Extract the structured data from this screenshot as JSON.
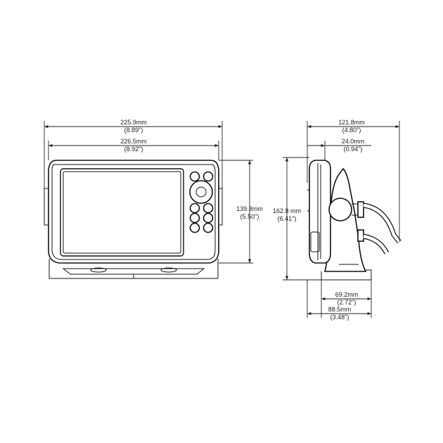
{
  "dimensions": {
    "overall_width": {
      "metric": "225.9mm",
      "imperial": "(8.89\")"
    },
    "bezel_width": {
      "metric": "226.5mm",
      "imperial": "(8.92\")"
    },
    "display_height": {
      "metric": "139.8mm",
      "imperial": "(5.50\")"
    },
    "overall_height": {
      "metric": "162.8 mm",
      "imperial": "(6.41\")"
    },
    "side_depth": {
      "metric": "121.8mm",
      "imperial": "(4.80\")"
    },
    "unit_depth": {
      "metric": "24.0mm",
      "imperial": "(0.94\")"
    },
    "bracket_base_inner": {
      "metric": "69.2mm",
      "imperial": "(2.72\")"
    },
    "bracket_base_outer": {
      "metric": "88.5mm",
      "imperial": "(3.48\")"
    }
  },
  "colors": {
    "line": "#111111",
    "background": "#ffffff"
  }
}
